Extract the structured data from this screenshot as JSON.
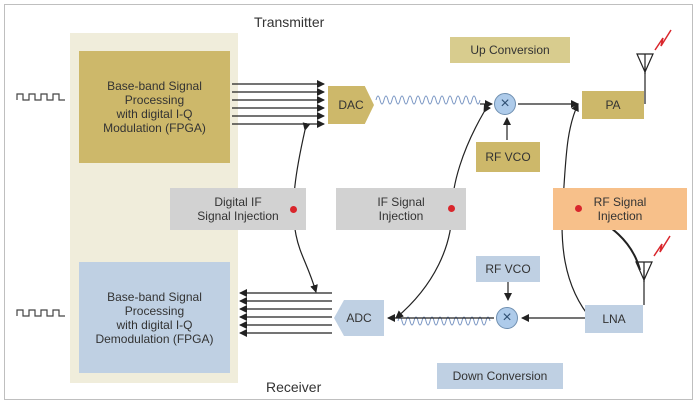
{
  "headings": {
    "transmitter": "Transmitter",
    "receiver": "Receiver"
  },
  "tx": {
    "baseband": "Base-band Signal\nProcessing\nwith digital I-Q\nModulation (FPGA)",
    "dac": "DAC",
    "up_conversion": "Up Conversion",
    "rf_vco": "RF VCO",
    "pa": "PA"
  },
  "rx": {
    "baseband": "Base-band Signal\nProcessing\nwith digital I-Q\nDemodulation (FPGA)",
    "adc": "ADC",
    "down_conversion": "Down Conversion",
    "rf_vco": "RF VCO",
    "lna": "LNA"
  },
  "injection": {
    "digital_if": "Digital IF\nSignal Injection",
    "if_signal": "IF Signal\nInjection",
    "rf_signal": "RF Signal\nInjection"
  },
  "colors": {
    "tx_box": "#cdb86a",
    "rx_box": "#bfd0e3",
    "injection_grey": "#d2d2d2",
    "injection_orange": "#f7c08a",
    "panel": "#f0eddb",
    "injection_dot": "#d9262c",
    "signal_wave": "#7b97c4"
  }
}
